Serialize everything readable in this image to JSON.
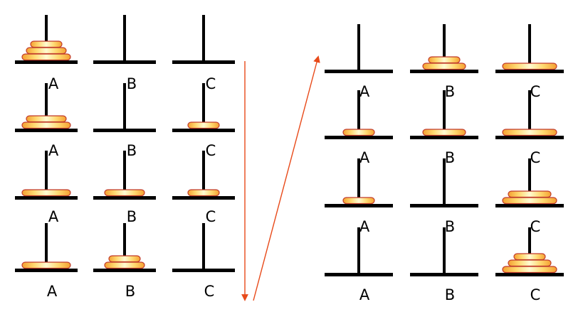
{
  "diagram": {
    "peg_labels": [
      "A",
      "B",
      "C"
    ],
    "colors": {
      "pole": "#000000",
      "disk_edge": "#c0392b",
      "disk_fill_center": "#fffbd2",
      "disk_fill_mid": "#ffd970",
      "disk_fill_outer": "#f4a030",
      "arrow": "#e84a1a"
    },
    "disk_count": 3,
    "states": [
      {
        "step": 1,
        "pegs": [
          [
            3,
            2,
            1
          ],
          [],
          []
        ]
      },
      {
        "step": 2,
        "pegs": [
          [
            3,
            2
          ],
          [],
          [
            1
          ]
        ]
      },
      {
        "step": 3,
        "pegs": [
          [
            3
          ],
          [
            2
          ],
          [
            1
          ]
        ]
      },
      {
        "step": 4,
        "pegs": [
          [
            3
          ],
          [
            2,
            1
          ],
          []
        ]
      },
      {
        "step": 5,
        "pegs": [
          [],
          [
            2,
            1
          ],
          [
            3
          ]
        ]
      },
      {
        "step": 6,
        "pegs": [
          [
            1
          ],
          [
            2
          ],
          [
            3
          ]
        ]
      },
      {
        "step": 7,
        "pegs": [
          [
            1
          ],
          [],
          [
            3,
            2
          ]
        ]
      },
      {
        "step": 8,
        "pegs": [
          [],
          [],
          [
            3,
            2,
            1
          ]
        ]
      }
    ]
  }
}
